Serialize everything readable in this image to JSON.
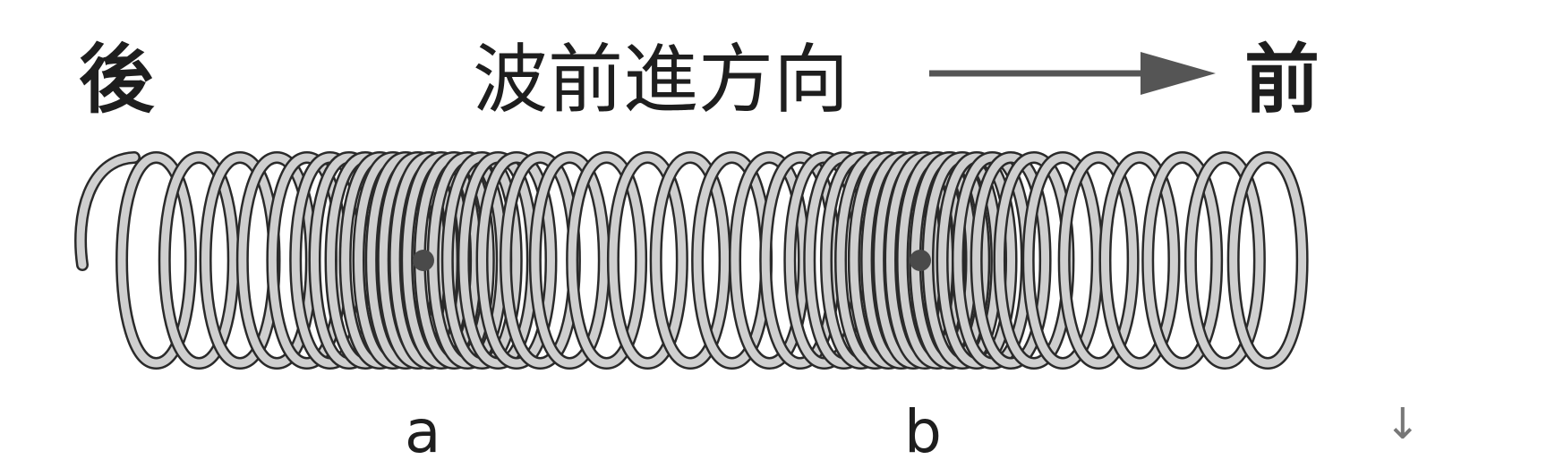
{
  "labels": {
    "back": "後",
    "direction": "波前進方向",
    "front": "前",
    "point_a": "a",
    "point_b": "b",
    "corner_arrow": "↓"
  },
  "spring": {
    "turns": 48,
    "compressions_near_points": [
      "a",
      "b"
    ],
    "coil_fill": "#cfcfcf",
    "coil_outline": "#2a2a2a",
    "marker_color": "#4a4a4a"
  },
  "arrow_color": "#555555"
}
